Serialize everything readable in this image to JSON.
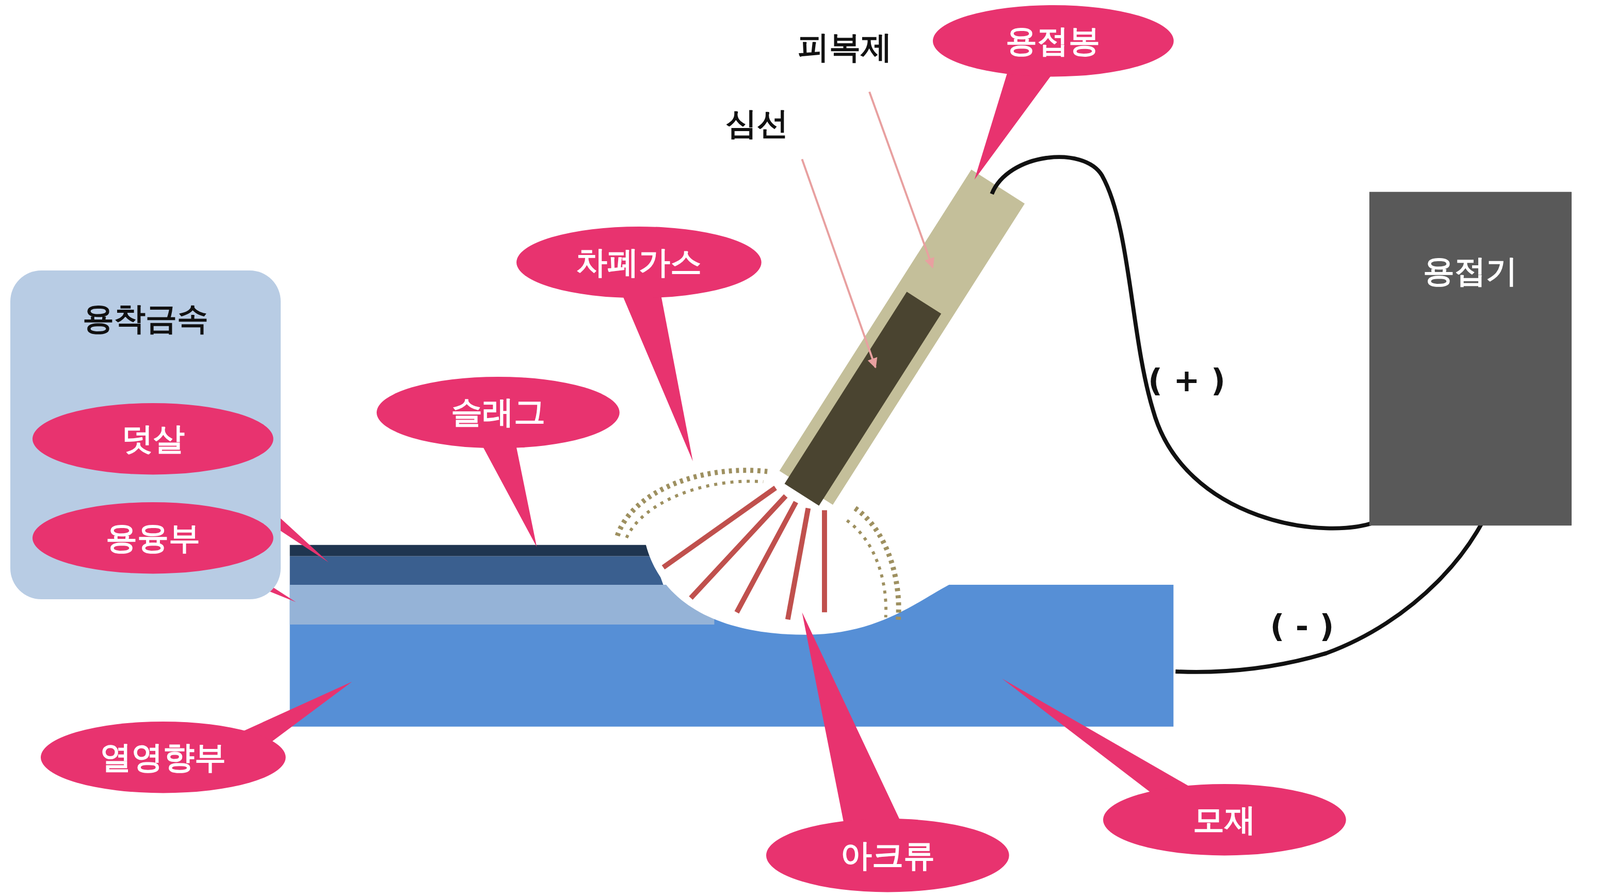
{
  "diagram": {
    "nodes": [
      {
        "text": [
          "용접봉"
        ]
      },
      {
        "text": [
          "차폐가스"
        ]
      },
      {
        "text": [
          "용접기"
        ]
      },
      {
        "text": [
          "용착금속"
        ]
      },
      {
        "text": [
          "덧살"
        ],
        "in": 3
      },
      {
        "text": [
          "슬래그"
        ]
      },
      {
        "text": [
          "용융부"
        ],
        "in": 3
      },
      {
        "text": [
          "열영향부"
        ]
      },
      {
        "text": [
          "아크류"
        ]
      },
      {
        "text": [
          "모재"
        ]
      }
    ],
    "labels": [
      "피복제",
      "심선",
      "( + )",
      "( - )"
    ]
  }
}
